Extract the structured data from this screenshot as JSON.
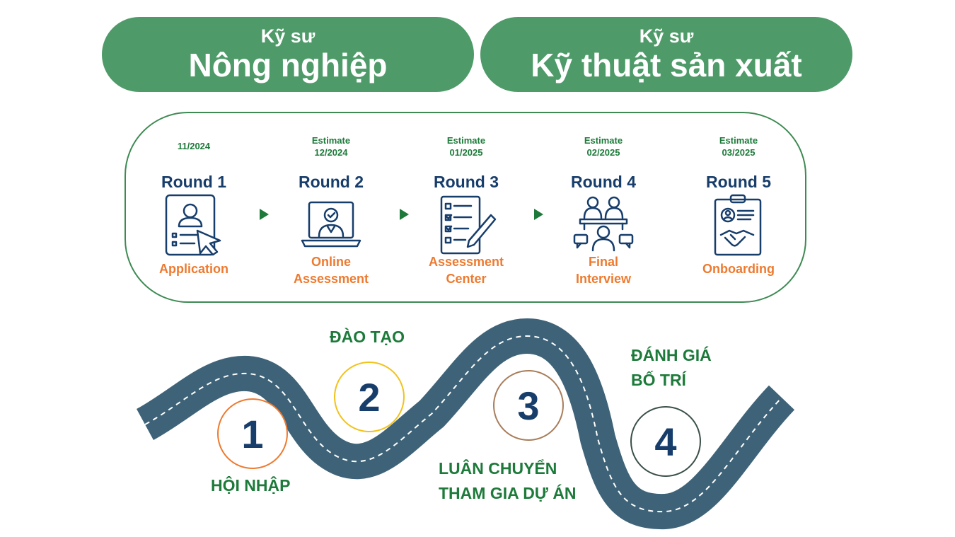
{
  "headers": [
    {
      "line1": "Kỹ sư",
      "line2": "Nông nghiệp"
    },
    {
      "line1": "Kỹ sư",
      "line2": "Kỹ thuật sản xuất"
    }
  ],
  "rounds": [
    {
      "estimate": "",
      "date": "11/2024",
      "title": "Round 1",
      "icon": "applicant-profile-cursor-icon",
      "stage_line1": "Application",
      "stage_line2": ""
    },
    {
      "estimate": "Estimate",
      "date": "12/2024",
      "title": "Round 2",
      "icon": "laptop-verified-person-icon",
      "stage_line1": "Online",
      "stage_line2": "Assessment"
    },
    {
      "estimate": "Estimate",
      "date": "01/2025",
      "title": "Round 3",
      "icon": "checklist-pencil-icon",
      "stage_line1": "Assessment",
      "stage_line2": "Center"
    },
    {
      "estimate": "Estimate",
      "date": "02/2025",
      "title": "Round 4",
      "icon": "interview-panel-icon",
      "stage_line1": "Final",
      "stage_line2": "Interview"
    },
    {
      "estimate": "Estimate",
      "date": "03/2025",
      "title": "Round 5",
      "icon": "clipboard-handshake-icon",
      "stage_line1": "Onboarding",
      "stage_line2": ""
    }
  ],
  "steps": [
    {
      "number": "1",
      "label_line1": "HỘI NHẬP",
      "label_line2": "",
      "color": "#ee7a2f"
    },
    {
      "number": "2",
      "label_line1": "ĐÀO TẠO",
      "label_line2": "",
      "color": "#f2c21b"
    },
    {
      "number": "3",
      "label_line1": "LUÂN CHUYỂN",
      "label_line2": "THAM GIA DỰ ÁN",
      "color": "#a87d5a"
    },
    {
      "number": "4",
      "label_line1": "ĐÁNH GIÁ",
      "label_line2": "BỐ TRÍ",
      "color": "#3a4f4a"
    }
  ],
  "colors": {
    "header_green": "#4e9a68",
    "box_border": "#3d8a52",
    "date_green": "#1d7a3a",
    "round_title": "#173d6b",
    "stage_orange": "#ee7a2f",
    "road": "#3e6378",
    "icon_navy": "#173d6b"
  }
}
